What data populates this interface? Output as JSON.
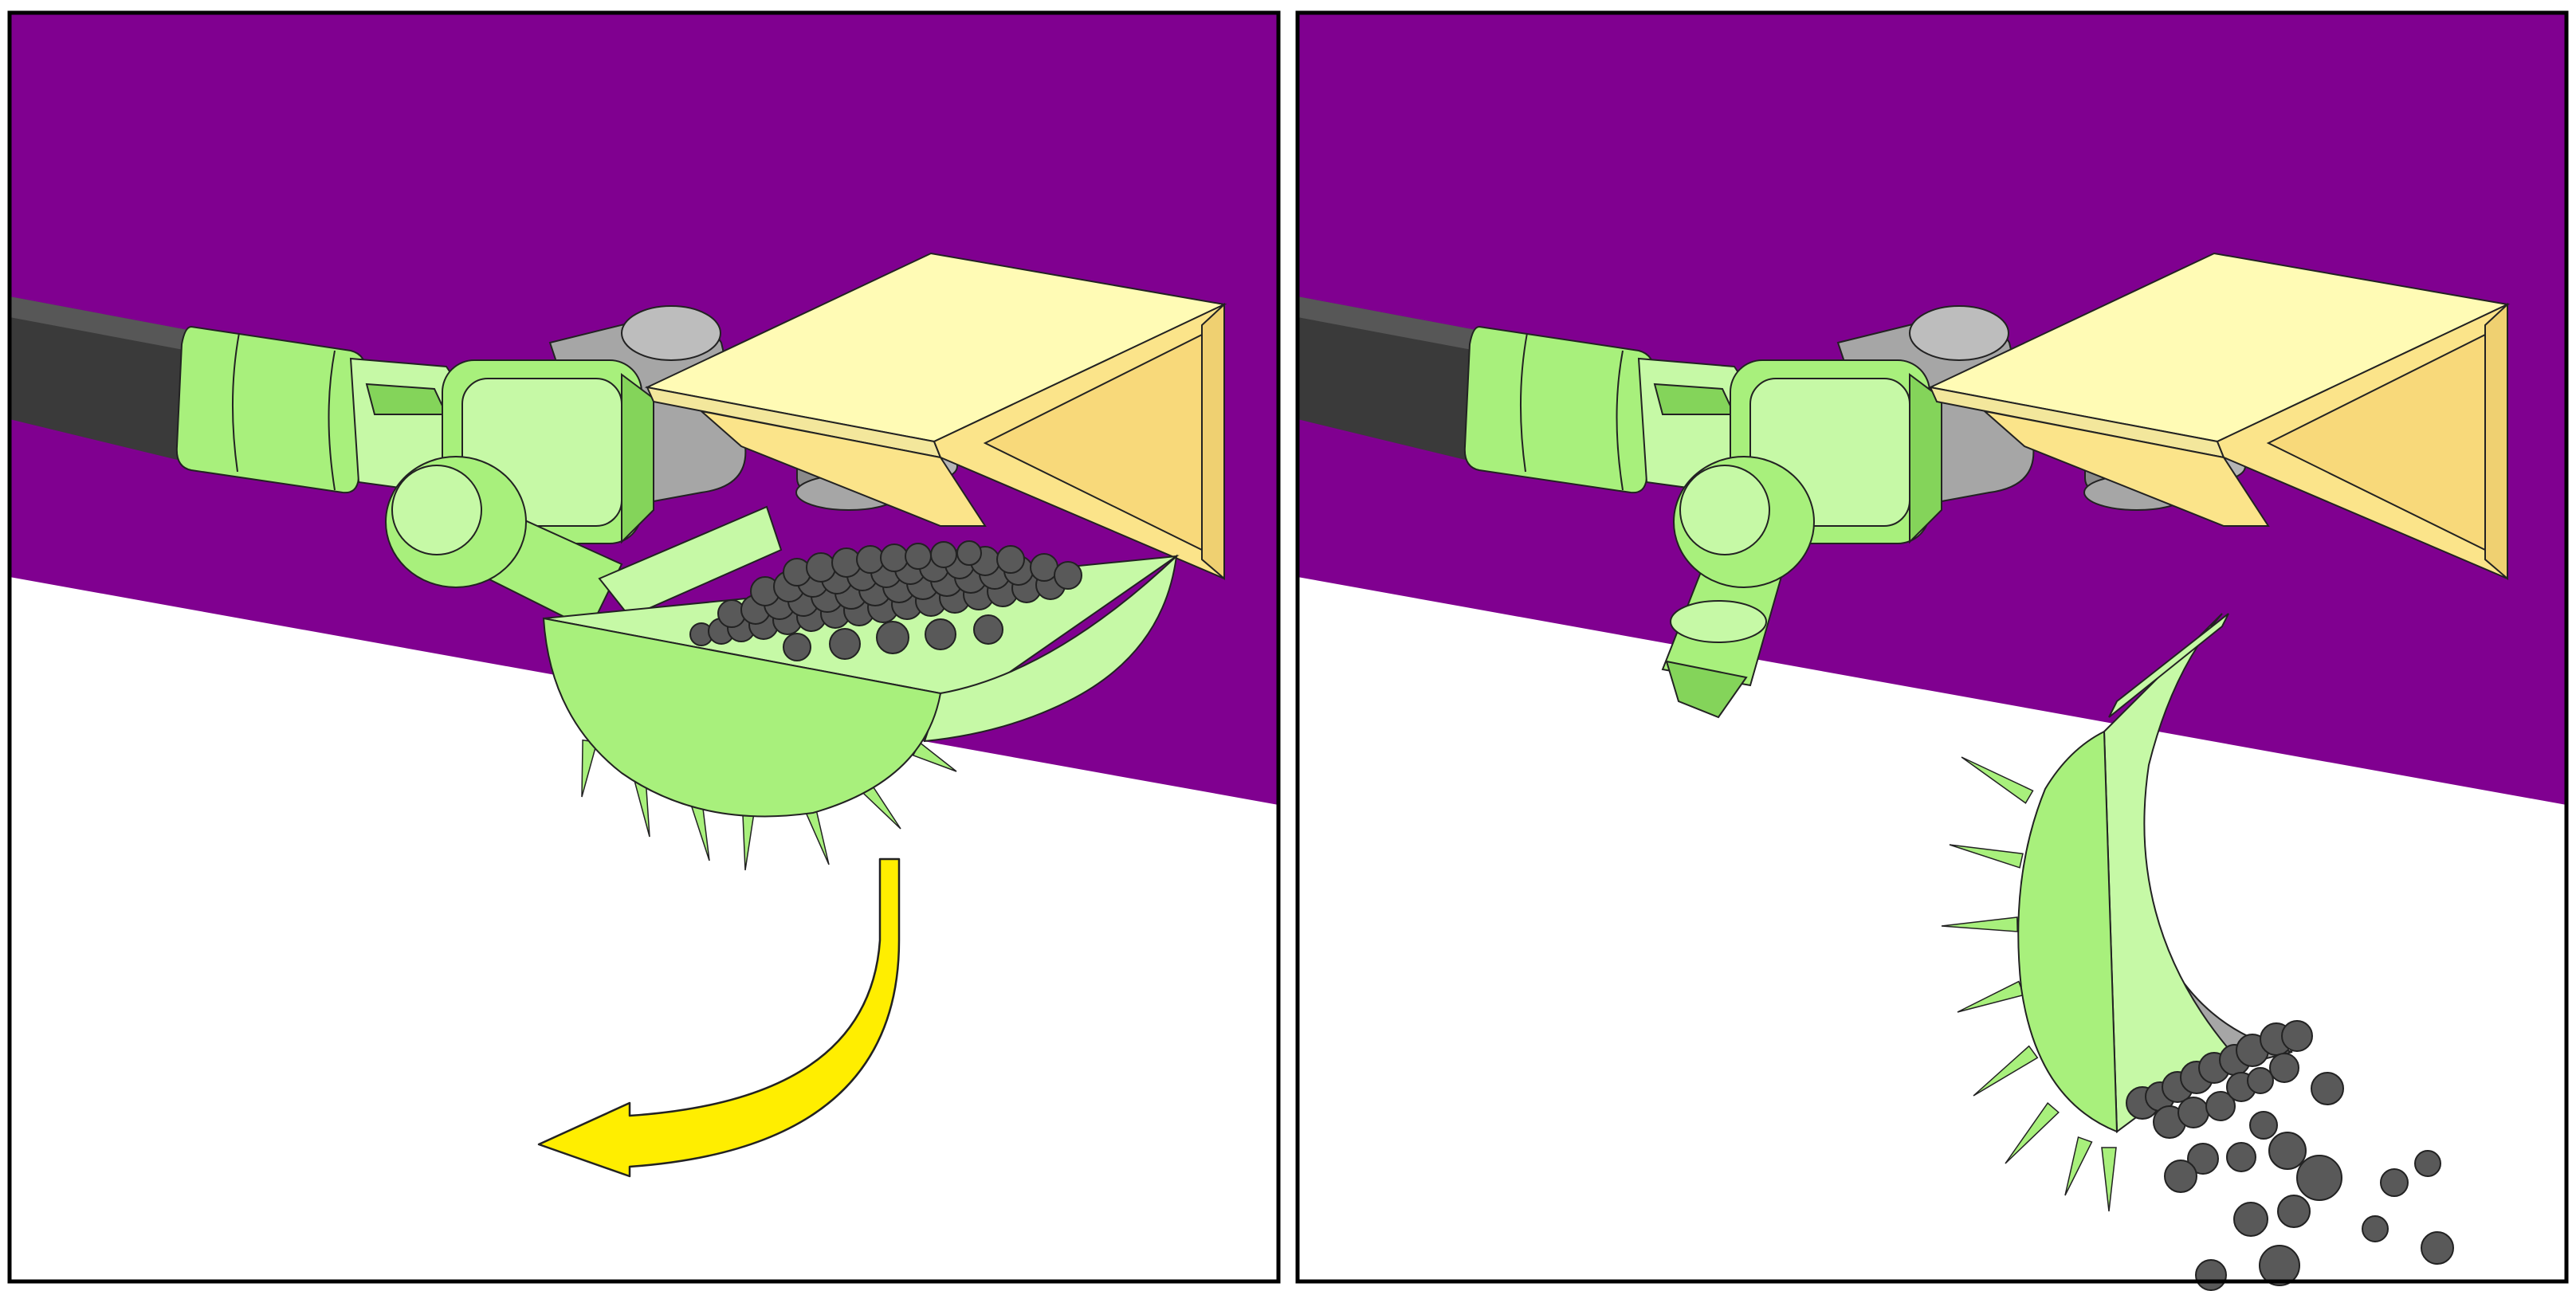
{
  "figure": {
    "panels": [
      {
        "id": "before",
        "state": "scoop-level-holding-pellets",
        "motion": "rotate-down-and-out"
      },
      {
        "id": "after",
        "state": "scoop-tilted-pellets-falling",
        "motion": "none"
      }
    ],
    "colors": {
      "wall": "#800090",
      "floor": "#ffffff",
      "frame": "#000000",
      "rod": "#3a3a3a",
      "arm": "#a8f07c",
      "arm_light": "#c6f9a6",
      "arm_dark": "#84d45a",
      "motor": "#a6a6a6",
      "motor_dark": "#8a8a8a",
      "bracket": "#fffbb5",
      "bracket_side": "#fbe48a",
      "bracket_inner": "#f8d97a",
      "pellet": "#595959",
      "pellet_edge": "#222222",
      "arrow": "#ffee00",
      "outline": "#222222"
    },
    "icons": {
      "arrow": "curved-rotation-arrow-icon"
    }
  }
}
